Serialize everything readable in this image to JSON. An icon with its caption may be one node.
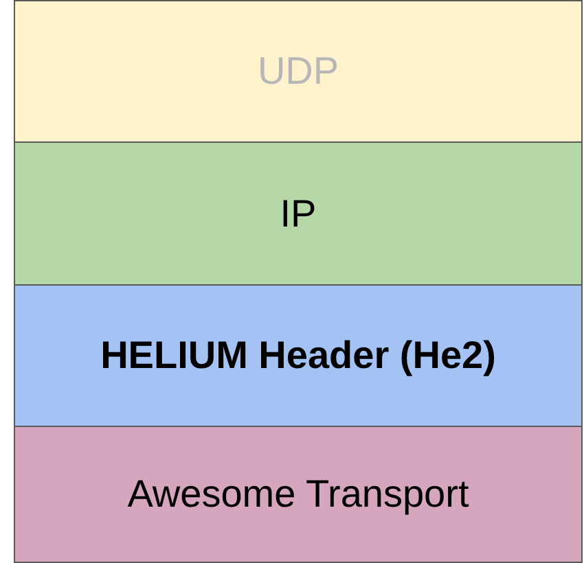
{
  "diagram": {
    "nodes": [
      {
        "text": [
          "UDP"
        ]
      },
      {
        "text": [
          "IP"
        ]
      },
      {
        "text": [
          "HELIUM Header (He2)"
        ]
      },
      {
        "text": [
          "Awesome Transport"
        ]
      }
    ]
  }
}
